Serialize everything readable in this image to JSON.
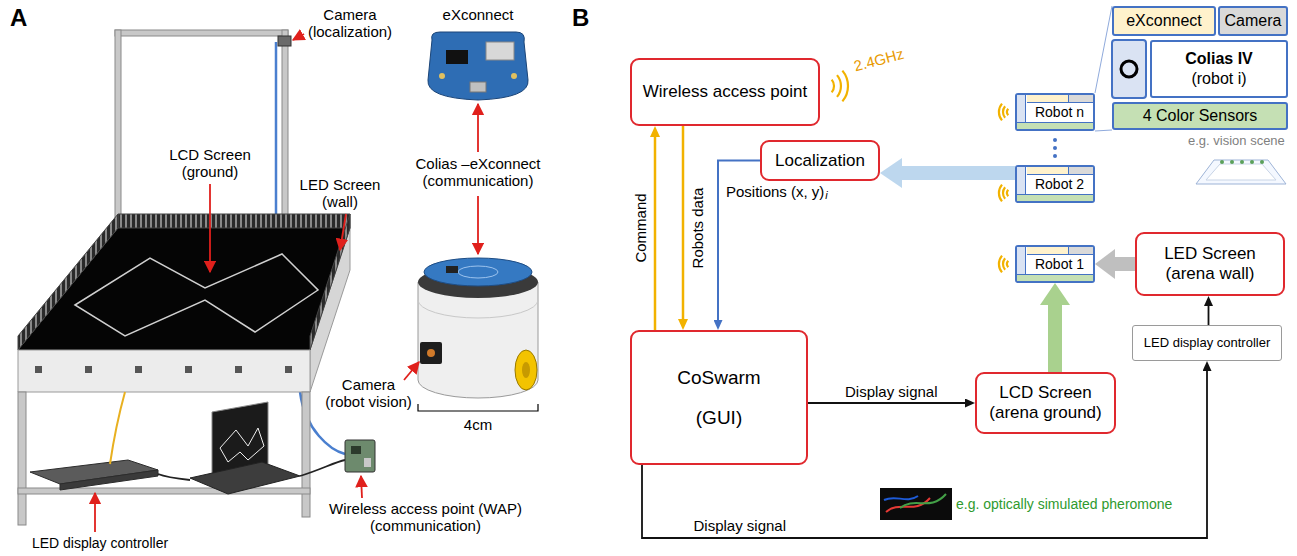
{
  "diagram": {
    "nodes": [
      {
        "text": [
          "Wireless access point"
        ]
      },
      {
        "text": [
          "eXconnect"
        ]
      },
      {
        "text": [
          "Camera"
        ]
      },
      {
        "text": [
          "Colias IV",
          "(robot i)"
        ]
      },
      {
        "text": [
          "4 Color Sensors"
        ]
      },
      {
        "text": [
          "Robot n"
        ]
      },
      {
        "text": [
          "Localization"
        ]
      },
      {
        "text": [
          "Robot 2"
        ]
      },
      {
        "text": [
          "Robot 1"
        ]
      },
      {
        "text": [
          "LED Screen (arena wall)"
        ]
      },
      {
        "text": [
          "CoSwarm",
          "(GUI)"
        ]
      },
      {
        "text": [
          "LED display controller"
        ]
      },
      {
        "text": [
          "LCD Screen (arena ground)"
        ]
      }
    ],
    "edges": [
      {
        "from": 10,
        "to": 0,
        "arrow": "to",
        "label": "Command"
      },
      {
        "from": 0,
        "to": 10,
        "arrow": "to",
        "label": "Robots data"
      },
      {
        "from": 6,
        "to": 10,
        "arrow": "to",
        "label": "Positions (x, y)"
      },
      {
        "from": 10,
        "to": 12,
        "arrow": "to",
        "label": "Display signal"
      },
      {
        "from": 10,
        "to": 11,
        "arrow": "to",
        "label": "Display signal"
      },
      {
        "from": 11,
        "to": 9,
        "arrow": "to"
      },
      {
        "from": 7,
        "to": 6,
        "arrow": "to"
      },
      {
        "from": 9,
        "to": 8,
        "arrow": "to"
      },
      {
        "from": 12,
        "to": 8,
        "arrow": "to"
      }
    ],
    "labels": [
      "A",
      "Camera (localization)",
      "eXconnect",
      "LCD Screen (ground)",
      "LED Screen (wall)",
      "Colias –eXconnect (communication)",
      "Camera (robot vision)",
      "4cm",
      "Wireless access point (WAP) (communication)",
      "LED display controller",
      "B",
      "2.4GHz",
      "i",
      "e.g. vision scene",
      "e.g. optically simulated pheromone"
    ]
  }
}
